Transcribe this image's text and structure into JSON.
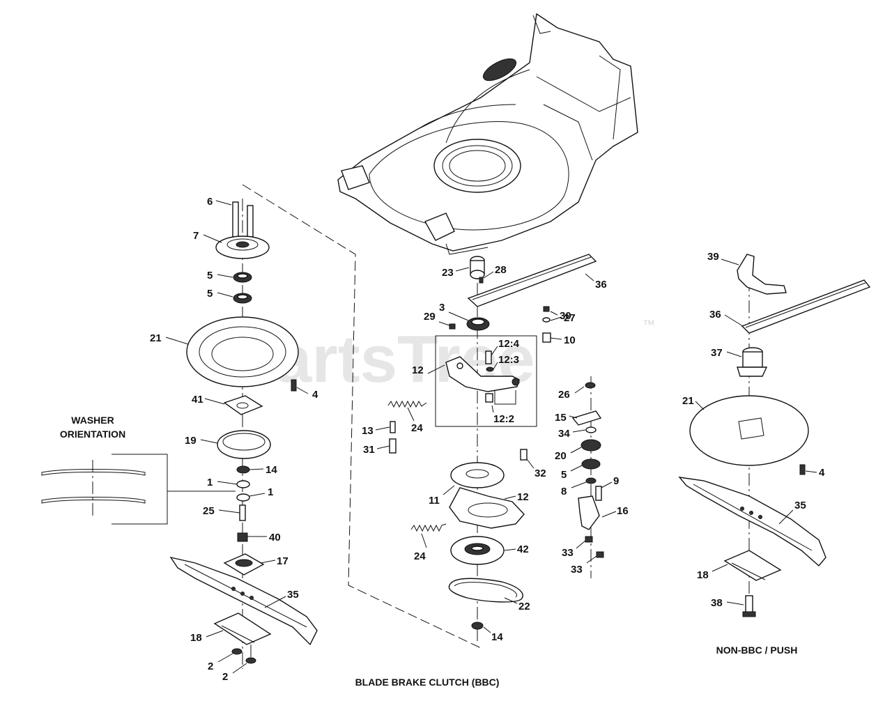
{
  "watermark": {
    "text": "PartsTree",
    "tm": "™"
  },
  "captions": {
    "washer_orientation_line1": "WASHER",
    "washer_orientation_line2": "ORIENTATION",
    "bbc": "BLADE BRAKE CLUTCH (BBC)",
    "non_bbc": "NON-BBC / PUSH"
  },
  "callouts": {
    "left": [
      "6",
      "7",
      "5",
      "5",
      "21",
      "4",
      "41",
      "19",
      "14",
      "1",
      "1",
      "25",
      "40",
      "17",
      "35",
      "18",
      "2",
      "2"
    ],
    "center": [
      "23",
      "28",
      "36",
      "3",
      "29",
      "30",
      "27",
      "10",
      "12:4",
      "12:3",
      "12",
      "26",
      "24",
      "13",
      "31",
      "12:2",
      "15",
      "34",
      "20",
      "32",
      "5",
      "9",
      "8",
      "11",
      "12",
      "16",
      "24",
      "42",
      "33",
      "33",
      "22",
      "14"
    ],
    "right": [
      "39",
      "36",
      "37",
      "21",
      "4",
      "35",
      "18",
      "38"
    ]
  }
}
